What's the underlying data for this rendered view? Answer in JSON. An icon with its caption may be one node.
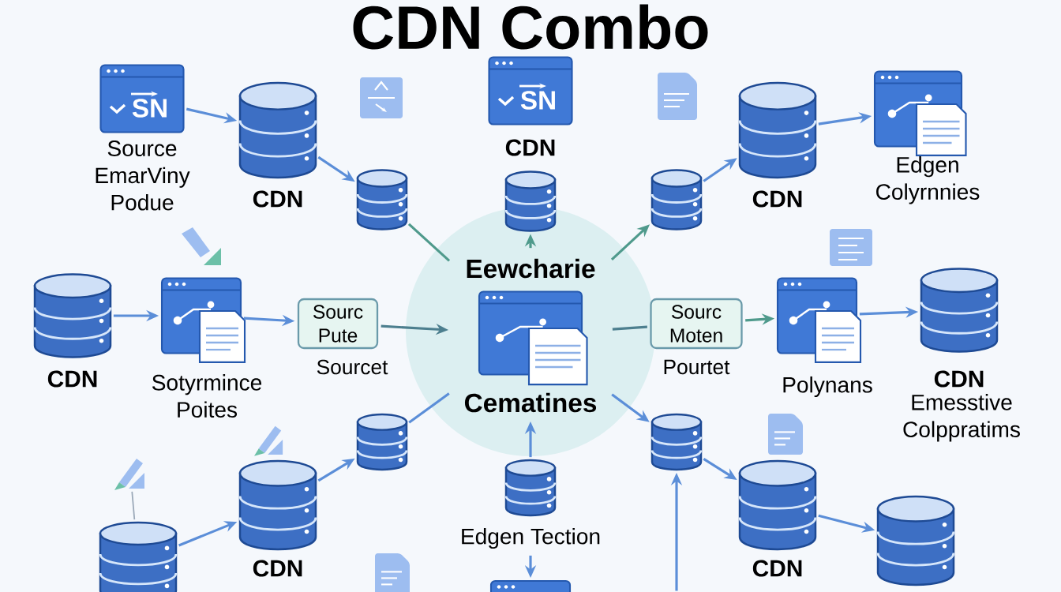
{
  "diagram": {
    "title": "CDN Combo",
    "nodes": [
      {
        "text": [
          "SN",
          "Source EmarViny Podue"
        ]
      },
      {
        "text": [
          "CDN"
        ]
      },
      {
        "text": [],
        "shape": "cylinder"
      },
      {
        "text": [
          "SN",
          "CDN"
        ]
      },
      {
        "text": [],
        "shape": "cylinder"
      },
      {
        "text": [],
        "shape": "cylinder"
      },
      {
        "text": [
          "CDN"
        ]
      },
      {
        "text": [
          "Edgen Colyrnnies"
        ]
      },
      {
        "text": [],
        "shape": "circle"
      },
      {
        "text": [
          "Eewcharie",
          "Cematines"
        ],
        "in": 8
      },
      {
        "text": [
          "CDN"
        ]
      },
      {
        "text": [
          "Sotyrmince Poites"
        ]
      },
      {
        "text": [
          "Sourc Pute"
        ],
        "beside": [
          "Sourcet"
        ]
      },
      {
        "text": [
          "Sourc Moten"
        ],
        "beside": [
          "Pourtet"
        ]
      },
      {
        "text": [
          "Polynans"
        ]
      },
      {
        "text": [
          "CDN",
          "Emesstive Colppratims"
        ]
      },
      {
        "text": [],
        "shape": "cylinder"
      },
      {
        "text": [
          "Edgen Tection"
        ]
      },
      {
        "text": [],
        "shape": "cylinder"
      },
      {
        "text": [],
        "shape": "picture"
      },
      {
        "text": [
          "CDN"
        ]
      },
      {
        "text": [],
        "shape": "cylinder"
      },
      {
        "text": [
          "CDN"
        ]
      },
      {
        "text": [],
        "shape": "cylinder"
      },
      {
        "text": [],
        "shape": "box"
      }
    ],
    "edges": [
      {
        "from": 0,
        "to": 1,
        "arrow": "to"
      },
      {
        "from": 1,
        "to": 2,
        "arrow": "to"
      },
      {
        "from": 2,
        "to": 9,
        "arrow": "none",
        "color": "#4f9a8c"
      },
      {
        "from": 9,
        "to": 4,
        "arrow": "to",
        "color": "#4f9a8c"
      },
      {
        "from": 9,
        "to": 5,
        "arrow": "to",
        "color": "#4f9a8c"
      },
      {
        "from": 5,
        "to": 6,
        "arrow": "to"
      },
      {
        "from": 6,
        "to": 7,
        "arrow": "to"
      },
      {
        "from": 10,
        "to": 11,
        "arrow": "to"
      },
      {
        "from": 11,
        "to": 12,
        "arrow": "to"
      },
      {
        "from": 12,
        "to": 9,
        "arrow": "to",
        "color": "#4d7f8f"
      },
      {
        "from": 9,
        "to": 13,
        "arrow": "none",
        "color": "#4d7f8f"
      },
      {
        "from": 13,
        "to": 14,
        "arrow": "to",
        "color": "#4f9a8c"
      },
      {
        "from": 14,
        "to": 15,
        "arrow": "to"
      },
      {
        "from": 16,
        "to": 9,
        "arrow": "none"
      },
      {
        "from": 17,
        "to": 9,
        "arrow": "to"
      },
      {
        "from": 17,
        "to": 24,
        "arrow": "to"
      },
      {
        "from": 9,
        "to": 18,
        "arrow": "to"
      },
      {
        "from": null,
        "to": 18,
        "arrow": "to"
      },
      {
        "from": 18,
        "to": 22,
        "arrow": "to"
      },
      {
        "from": 22,
        "to": 23,
        "arrow": "to"
      },
      {
        "from": 20,
        "to": 16,
        "arrow": "to"
      },
      {
        "from": 21,
        "to": 20,
        "arrow": "to"
      },
      {
        "from": 19,
        "to": 21,
        "arrow": "none",
        "color": "#9aa8b8"
      }
    ]
  }
}
